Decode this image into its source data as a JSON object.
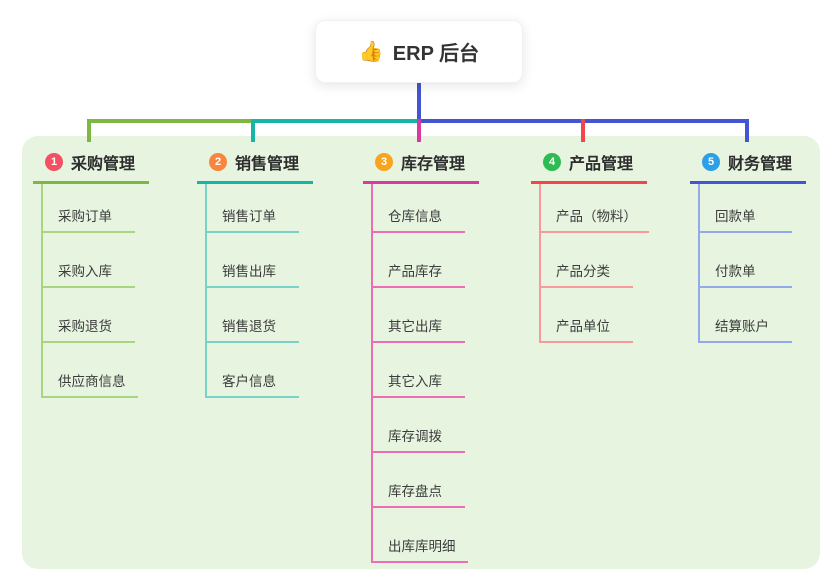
{
  "root": {
    "icon": "👍",
    "title": "ERP 后台"
  },
  "branches": [
    {
      "num": "1",
      "label": "采购管理",
      "children": [
        "采购订单",
        "采购入库",
        "采购退货",
        "供应商信息"
      ]
    },
    {
      "num": "2",
      "label": "销售管理",
      "children": [
        "销售订单",
        "销售出库",
        "销售退货",
        "客户信息"
      ]
    },
    {
      "num": "3",
      "label": "库存管理",
      "children": [
        "仓库信息",
        "产品库存",
        "其它出库",
        "其它入库",
        "库存调拨",
        "库存盘点",
        "出库库明细"
      ]
    },
    {
      "num": "4",
      "label": "产品管理",
      "children": [
        "产品（物料）",
        "产品分类",
        "产品单位"
      ]
    },
    {
      "num": "5",
      "label": "财务管理",
      "children": [
        "回款单",
        "付款单",
        "结算账户"
      ]
    }
  ],
  "colors": {
    "root_line": "#4355d0",
    "panel_background": "#e6f4e0",
    "branch_1_line": "#7eb843",
    "branch_1_child_line": "#aad580",
    "branch_1_badge": "#f25163",
    "branch_2_line": "#16b5a8",
    "branch_2_child_line": "#79d2c6",
    "branch_2_badge": "#f8863e",
    "branch_3_line": "#da3a9e",
    "branch_3_child_line": "#ef6cb7",
    "branch_3_badge": "#f7a51f",
    "branch_4_line": "#f2464c",
    "branch_4_child_line": "#f89a9c",
    "branch_4_badge": "#2dbb52",
    "branch_5_line": "#4355d0",
    "branch_5_child_line": "#93a9e9",
    "branch_5_badge": "#2ba0e9"
  }
}
